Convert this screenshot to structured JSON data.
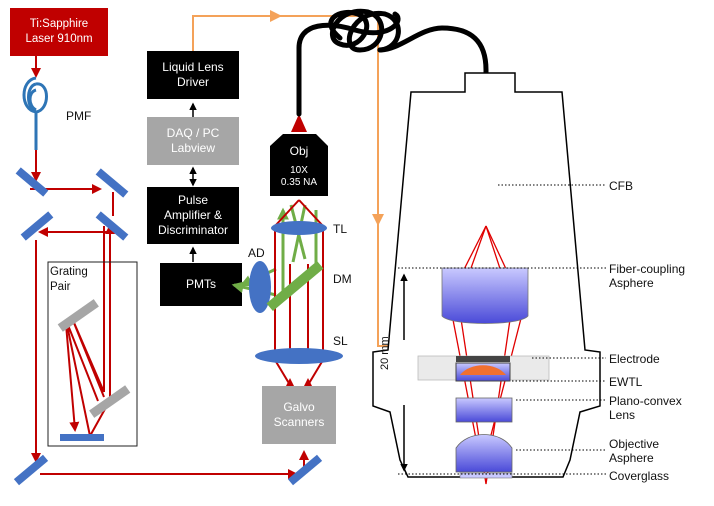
{
  "boxes": {
    "laser": "Ti:Sapphire\nLaser 910nm",
    "liquid_lens_driver": "Liquid Lens\nDriver",
    "daq": "DAQ / PC\nLabview",
    "pulse_amp": "Pulse\nAmplifier &\nDiscriminator",
    "pmts": "PMTs",
    "obj": "Obj",
    "obj_spec": "10X\n0.35 NA",
    "galvo": "Galvo\nScanners",
    "grating_pair": "Grating\nPair"
  },
  "labels": {
    "pmf": "PMF",
    "ad": "AD",
    "tl": "TL",
    "dm": "DM",
    "sl": "SL",
    "cfb": "CFB",
    "fiber_coupling": "Fiber-coupling\nAsphere",
    "electrode": "Electrode",
    "ewtl": "EWTL",
    "plano_convex": "Plano-convex\nLens",
    "objective_asphere": "Objective\nAsphere",
    "coverglass": "Coverglass",
    "dimension": "20 mm"
  },
  "colors": {
    "beam": "#c00000",
    "emission": "#70ad47",
    "optics": "#4472c4",
    "electrical": "#f4a259",
    "laser_box": "#c00000",
    "black_box": "#000000",
    "gray_box": "#a6a6a6"
  }
}
